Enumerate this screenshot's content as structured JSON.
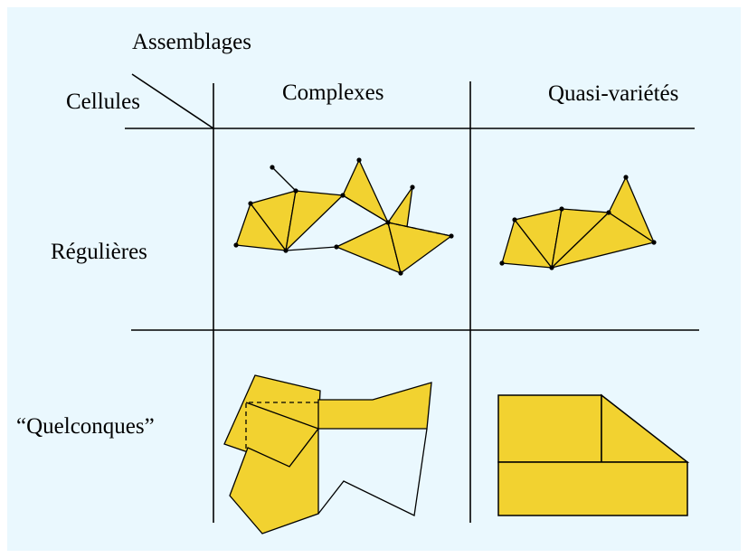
{
  "labels": {
    "assemblages": "Assemblages",
    "cellules": "Cellules",
    "complexes": "Complexes",
    "quasi_varietes": "Quasi-variétés",
    "regulieres": "Régulières",
    "quelconques": "“Quelconques”"
  },
  "colors": {
    "background": "#eaf8fe",
    "cell_fill": "#f2d230",
    "stroke": "#000000"
  }
}
